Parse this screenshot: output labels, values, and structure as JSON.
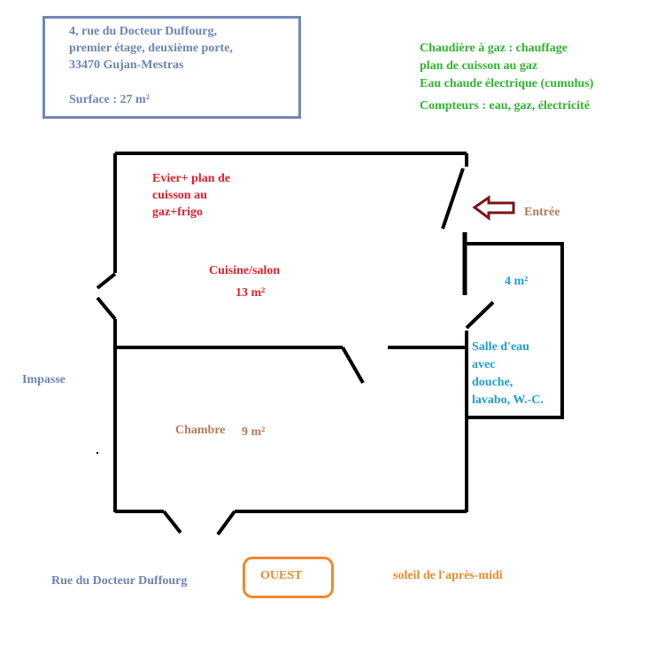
{
  "address": {
    "street": "4, rue du Docteur Duffourg,",
    "floor": "premier étage, deuxième porte,",
    "city": "33470 Gujan-Mestras",
    "surface": "Surface : 27 m²"
  },
  "equipment": {
    "line1": "Chaudière à gaz : chauffage",
    "line2": "plan de cuisson au gaz",
    "line3": "Eau chaude électrique (cumulus)",
    "line4": "Compteurs : eau, gaz, électricité"
  },
  "kitchen": {
    "note_line1": "Evier+ plan de",
    "note_line2": "cuisson au",
    "note_line3": "gaz+frigo",
    "name": "Cuisine/salon",
    "area": "13 m²"
  },
  "entrance": {
    "label": "Entrée"
  },
  "bathroom": {
    "area": "4 m²",
    "line1": "Salle d'eau",
    "line2": "avec",
    "line3": "douche,",
    "line4": "lavabo, W.-C."
  },
  "bedroom": {
    "name": "Chambre",
    "area": "9 m²"
  },
  "surroundings": {
    "impasse": "Impasse",
    "street": "Rue du Docteur Duffourg",
    "orientation": "OUEST",
    "sun": "soleil de l'après-midi"
  },
  "colors": {
    "walls": "#000000",
    "address": "#6b85b5",
    "equipment": "#2fb52f",
    "kitchen": "#e0202a",
    "bedroom": "#b57a56",
    "bathroom": "#1e9fd8",
    "orientation": "#f08a2c",
    "entry_arrow": "#7a1518"
  }
}
